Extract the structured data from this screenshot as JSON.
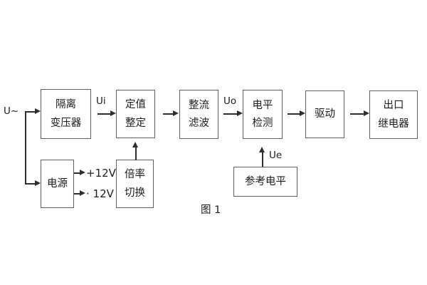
{
  "diagram": {
    "caption": "图 1",
    "signals": {
      "input": "U~",
      "ui": "Ui",
      "uo": "Uo",
      "ue": "Ue",
      "plus12v": "+12V",
      "minus12v": "· 12V"
    },
    "blocks": {
      "isolation_transformer": {
        "line1": "隔离",
        "line2": "变压器"
      },
      "setting": {
        "line1": "定值",
        "line2": "整定"
      },
      "rectifier_filter": {
        "line1": "整流",
        "line2": "滤波"
      },
      "level_detection": {
        "line1": "电平",
        "line2": "检测"
      },
      "drive": {
        "line1": "驱动"
      },
      "output_relay": {
        "line1": "出口",
        "line2": "继电器"
      },
      "power": {
        "line1": "电源"
      },
      "ratio_switch": {
        "line1": "倍率",
        "line2": "切换"
      },
      "reference_level": {
        "line1": "参考电平"
      }
    },
    "colors": {
      "background": "#ffffff",
      "box_border": "#5f5f5f",
      "line": "#2e2e2e",
      "text": "#1c1c1c"
    }
  }
}
